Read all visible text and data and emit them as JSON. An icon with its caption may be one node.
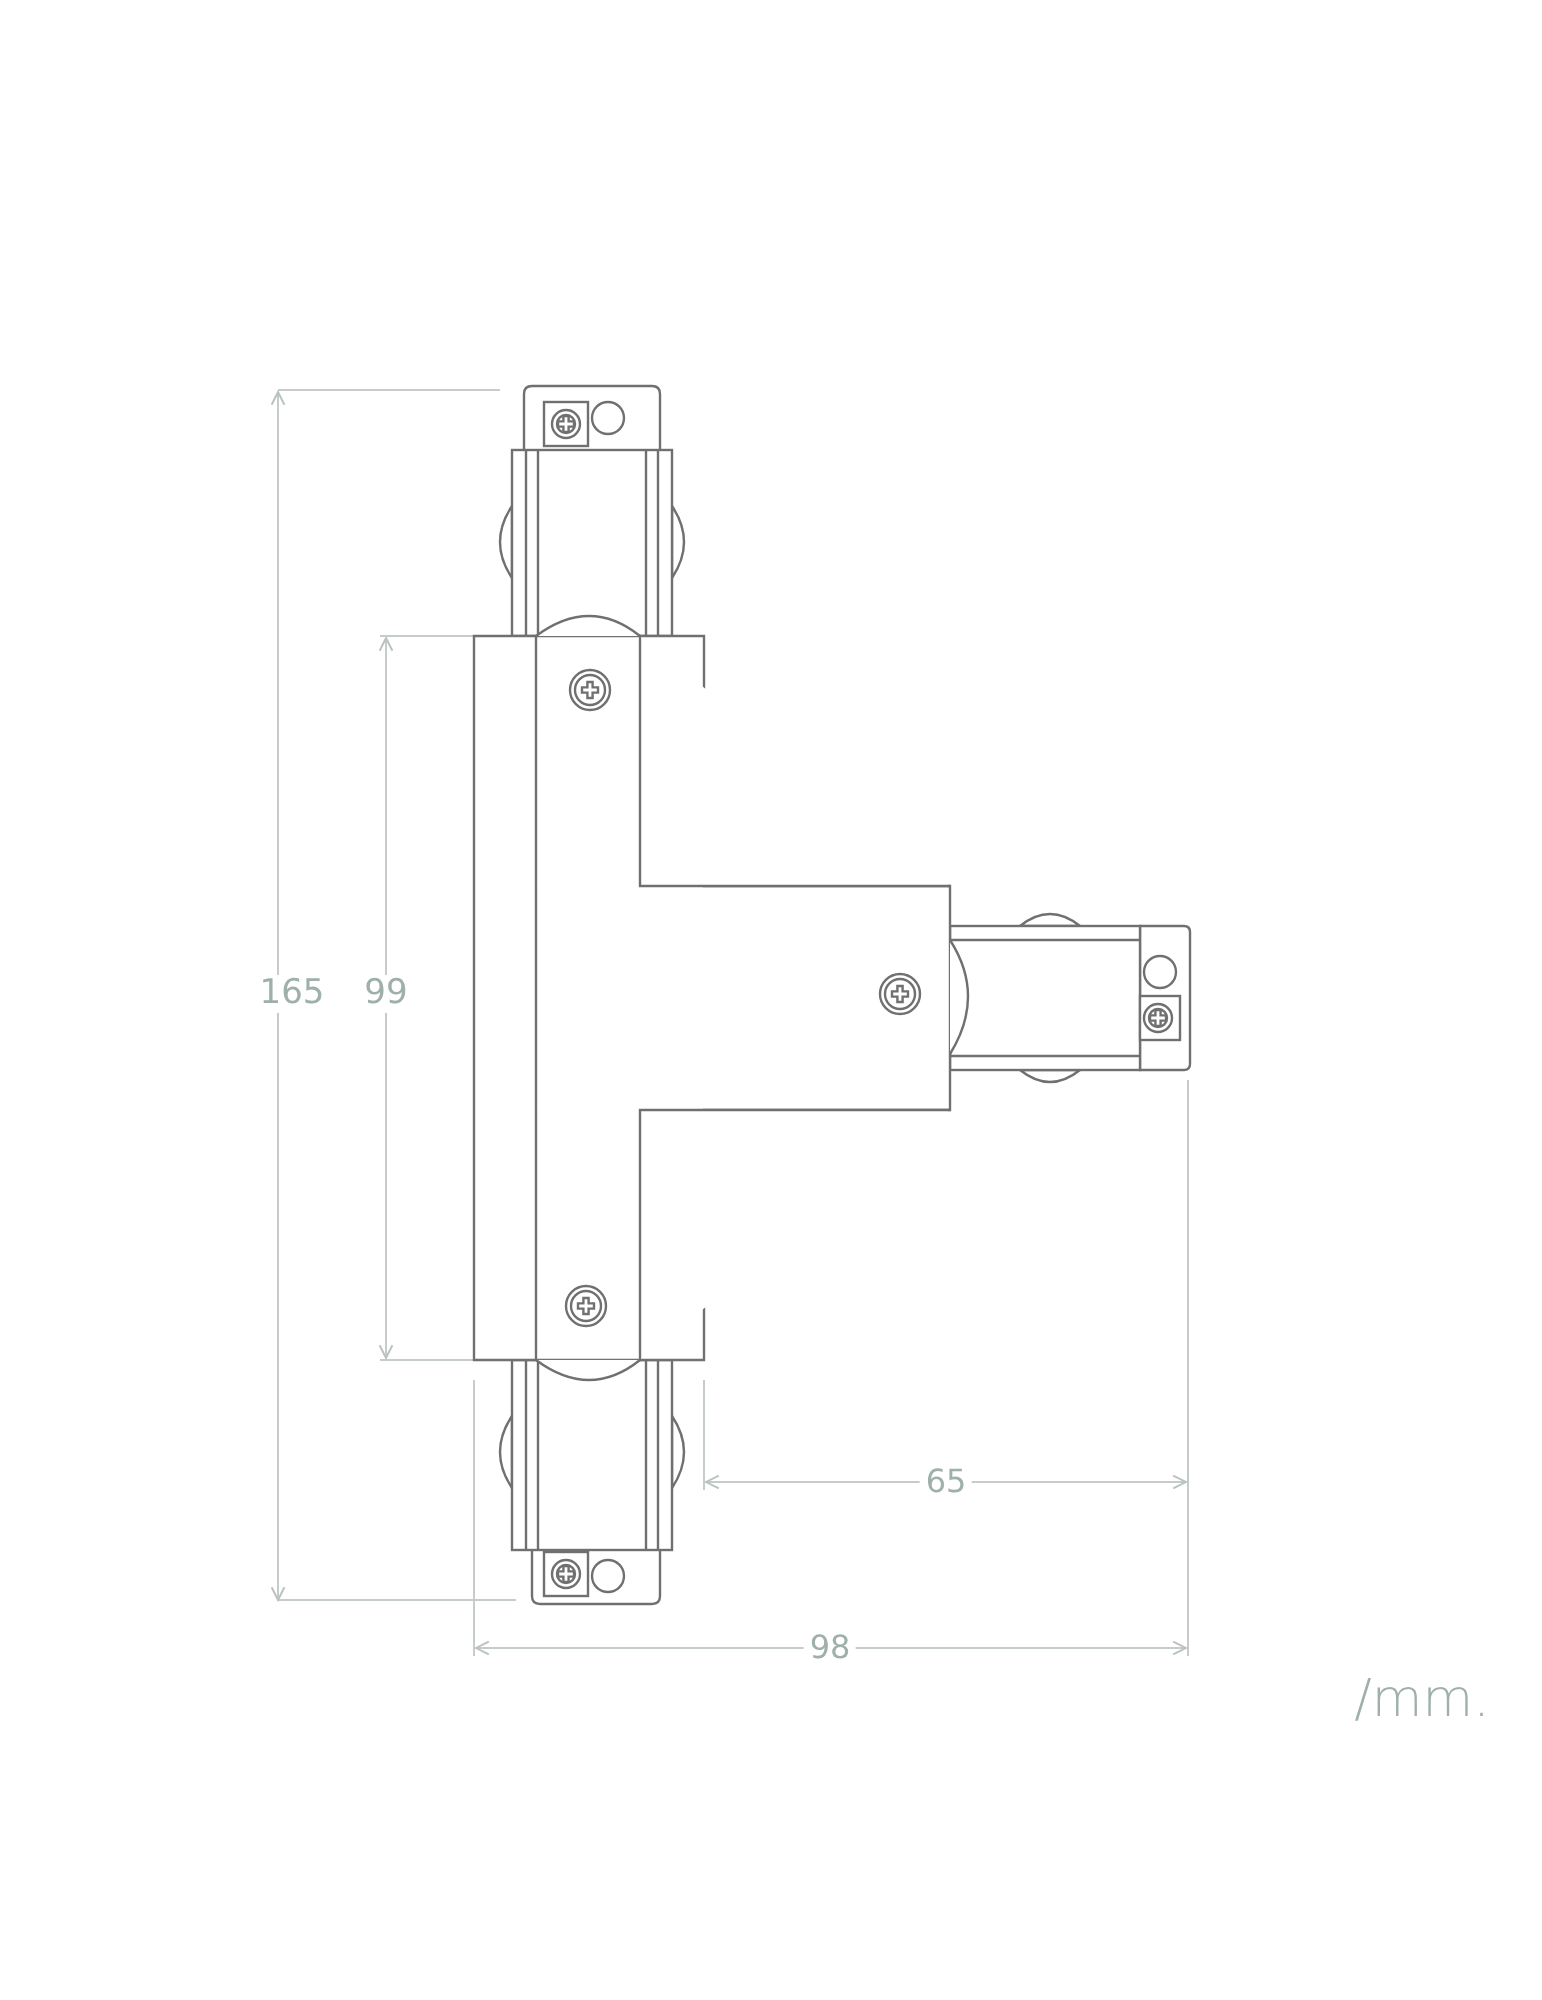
{
  "diagram": {
    "labels": [
      "165",
      "99",
      "65",
      "98",
      "/mm."
    ]
  }
}
